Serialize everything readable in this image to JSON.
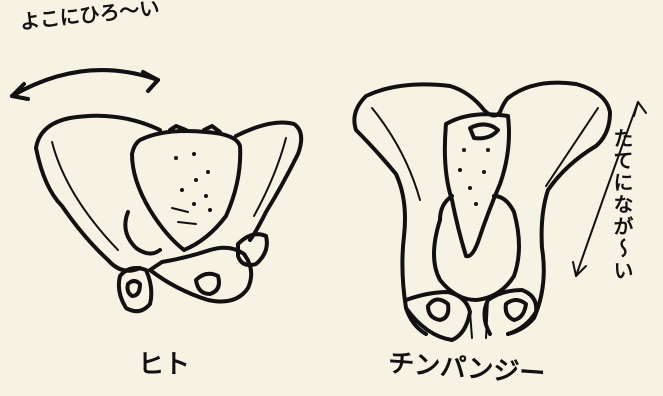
{
  "labels": {
    "wide_note": "よこにひろ〜い",
    "human": "ヒト",
    "chimp": "チンパンジー",
    "tall_note": "たてになが〜い"
  },
  "colors": {
    "background": "#f7f3e4",
    "ink": "#111111"
  },
  "icons": {
    "horizontal_arrow": "double-headed-curved-arrow",
    "vertical_arrow": "double-headed-vertical-arrow"
  }
}
